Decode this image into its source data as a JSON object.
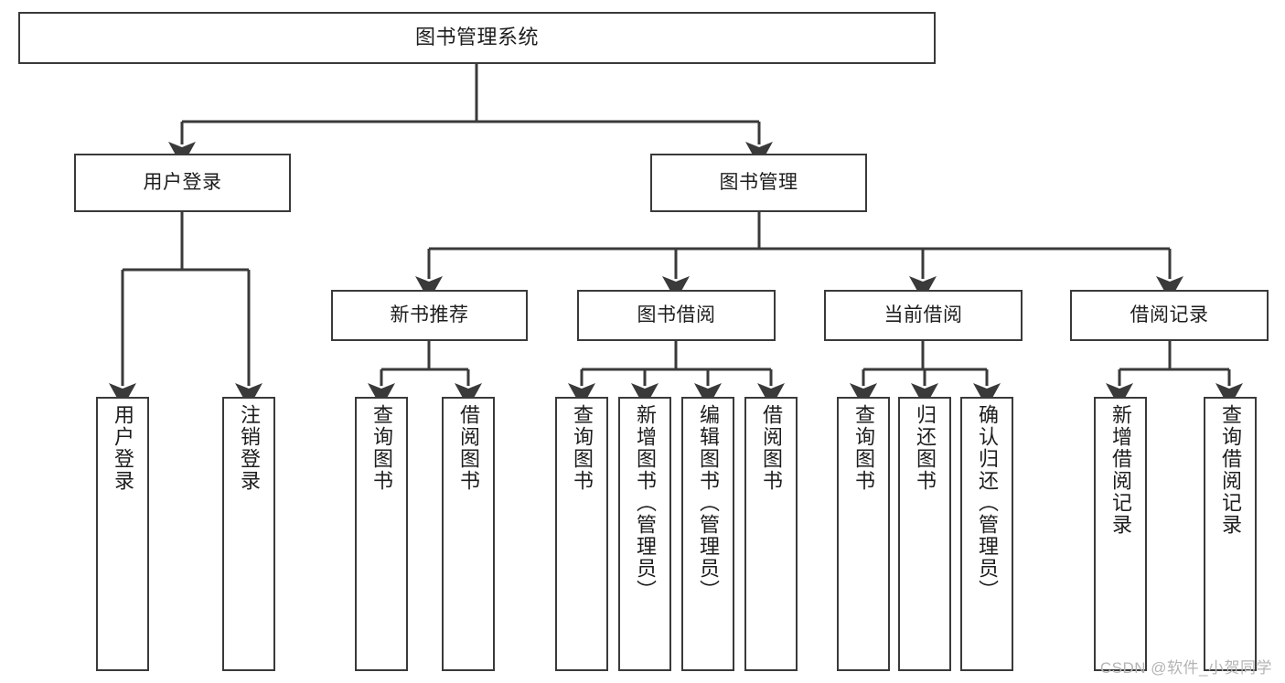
{
  "diagram": {
    "title": "图书管理系统",
    "watermark": "CSDN @软件_小贺同学",
    "line_color": "#3a3a3a",
    "box_fill": "#ffffff",
    "text_color": "#1d1d1d",
    "nodes": {
      "root": "图书管理系统",
      "tier2": {
        "user_login": "用户登录",
        "book_manage": "图书管理"
      },
      "tier3": {
        "new_book_recommend": "新书推荐",
        "book_borrow": "图书借阅",
        "current_borrow": "当前借阅",
        "borrow_record": "借阅记录"
      },
      "tier4": {
        "user_login_leaf": "用户登录",
        "logout_leaf": "注销登录",
        "recommend_query_book": "查询图书",
        "recommend_borrow_book": "借阅图书",
        "borrow_query_book": "查询图书",
        "borrow_add_book": "新增图书（管理员）",
        "borrow_edit_book": "编辑图书（管理员）",
        "borrow_borrow_book": "借阅图书",
        "current_query_book": "查询图书",
        "current_return_book": "归还图书",
        "current_confirm_return": "确认归还（管理员）",
        "record_add_record": "新增借阅记录",
        "record_query_record": "查询借阅记录"
      }
    }
  }
}
